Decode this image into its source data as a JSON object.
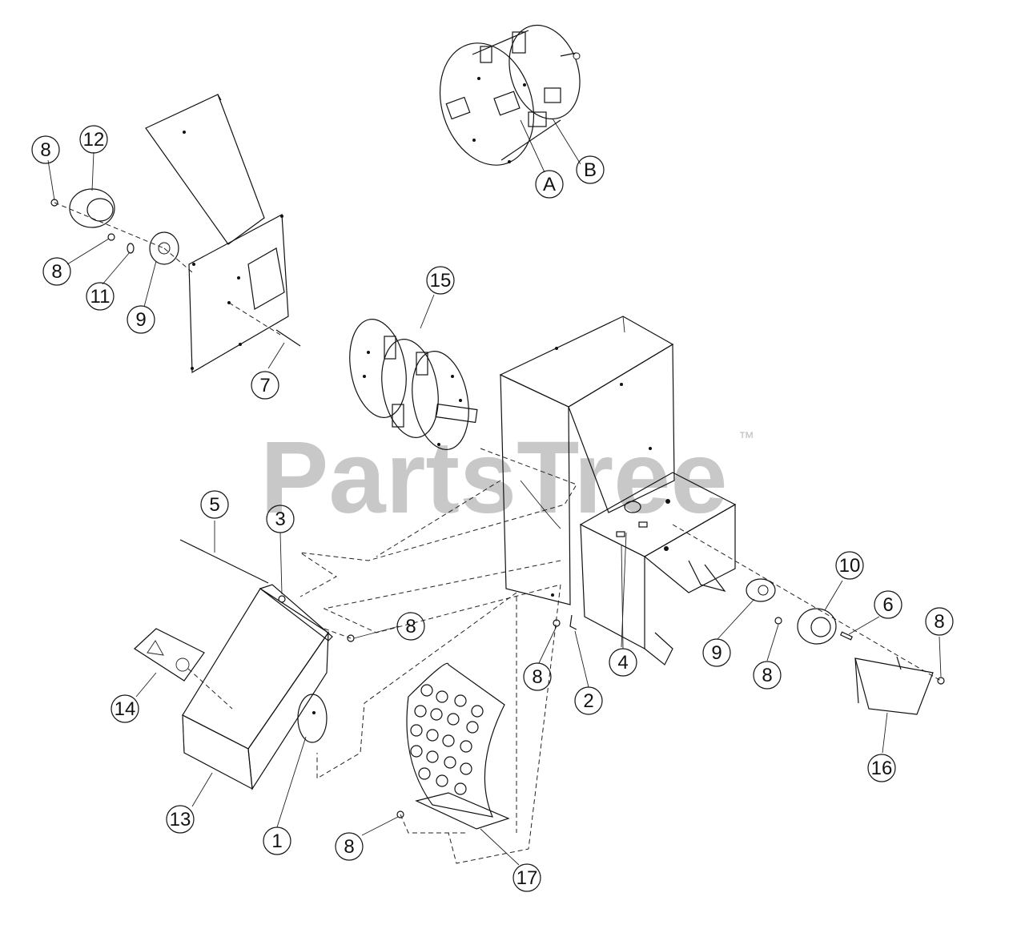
{
  "watermark": {
    "text": "PartsTree",
    "trademark": "™"
  },
  "callouts": [
    {
      "id": "c-8-top-left",
      "label": "8"
    },
    {
      "id": "c-12",
      "label": "12"
    },
    {
      "id": "c-8-mid-left",
      "label": "8"
    },
    {
      "id": "c-11",
      "label": "11"
    },
    {
      "id": "c-9-left",
      "label": "9"
    },
    {
      "id": "c-7",
      "label": "7"
    },
    {
      "id": "c-a",
      "label": "A"
    },
    {
      "id": "c-b",
      "label": "B"
    },
    {
      "id": "c-15",
      "label": "15"
    },
    {
      "id": "c-5",
      "label": "5"
    },
    {
      "id": "c-3",
      "label": "3"
    },
    {
      "id": "c-8-center",
      "label": "8"
    },
    {
      "id": "c-14",
      "label": "14"
    },
    {
      "id": "c-13",
      "label": "13"
    },
    {
      "id": "c-1",
      "label": "1"
    },
    {
      "id": "c-8-bottom",
      "label": "8"
    },
    {
      "id": "c-17",
      "label": "17"
    },
    {
      "id": "c-8-housing",
      "label": "8"
    },
    {
      "id": "c-2",
      "label": "2"
    },
    {
      "id": "c-4",
      "label": "4"
    },
    {
      "id": "c-9-right",
      "label": "9"
    },
    {
      "id": "c-8-right",
      "label": "8"
    },
    {
      "id": "c-10",
      "label": "10"
    },
    {
      "id": "c-6",
      "label": "6"
    },
    {
      "id": "c-8-far-right",
      "label": "8"
    },
    {
      "id": "c-16",
      "label": "16"
    }
  ]
}
